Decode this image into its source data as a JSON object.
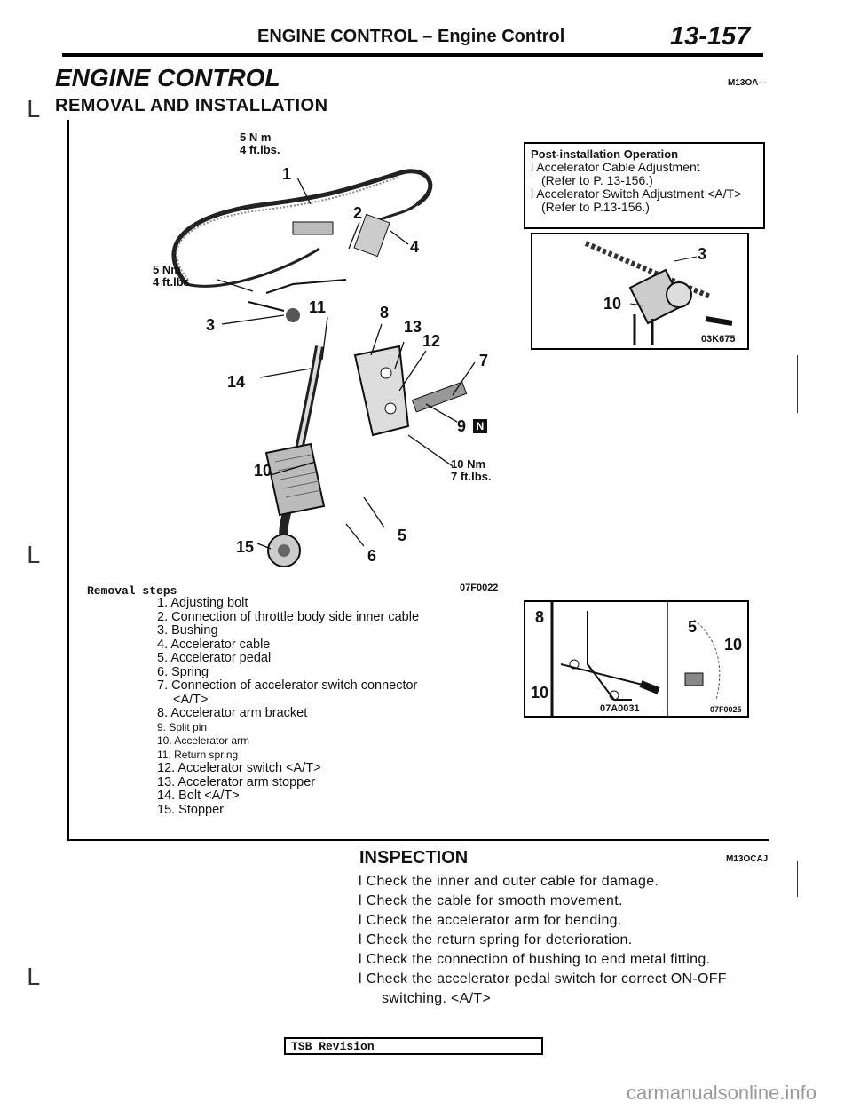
{
  "header": {
    "title": "ENGINE CONTROL – Engine Control",
    "page_number": "13-157"
  },
  "section": {
    "title": "ENGINE CONTROL",
    "code": "M13OA- -",
    "subtitle": "REMOVAL AND INSTALLATION"
  },
  "figure_main": {
    "code": "07F0022",
    "torque_top": [
      "5 N m",
      "4 ft.lbs."
    ],
    "torque_left": [
      "5 Nm",
      "4 ft.lbs."
    ],
    "torque_bottom": [
      "10 Nm",
      "7 ft.lbs."
    ],
    "callouts": [
      "1",
      "2",
      "3",
      "4",
      "5",
      "6",
      "7",
      "8",
      "9",
      "10",
      "11",
      "12",
      "13",
      "14",
      "15"
    ],
    "new_part_mark": "N"
  },
  "post_installation": {
    "heading": "Post-installation Operation",
    "items": [
      "l Accelerator Cable Adjustment",
      "(Refer to P. 13-156.)",
      "l Accelerator Switch Adjustment <A/T>",
      "(Refer to P.13-156.)"
    ]
  },
  "figure_detail_top": {
    "code": "03K675",
    "callouts": [
      "3",
      "10"
    ]
  },
  "figure_detail_bottom": {
    "code_left": "07A0031",
    "code_right": "07F0025",
    "callouts": [
      "8",
      "10",
      "5",
      "10"
    ]
  },
  "removal_steps": {
    "heading": "Removal steps",
    "items": [
      "1. Adjusting bolt",
      "2. Connection of throttle body side inner cable",
      "3. Bushing",
      "4. Accelerator cable",
      "5. Accelerator pedal",
      "6. Spring",
      "7. Connection of accelerator switch connector",
      "<A/T>",
      "8. Accelerator arm bracket",
      "9. Split pin",
      "10. Accelerator arm",
      "11. Return spring",
      "12. Accelerator switch <A/T>",
      "13. Accelerator arm stopper",
      "14. Bolt <A/T>",
      "15. Stopper"
    ]
  },
  "inspection": {
    "title": "INSPECTION",
    "code": "M13OCAJ",
    "items": [
      "l Check the inner and outer cable for damage.",
      "l Check the cable for smooth movement.",
      "l Check the accelerator arm for bending.",
      "l Check the return spring for deterioration.",
      "l Check the connection of bushing to end metal fitting.",
      "l Check the accelerator pedal switch for correct ON-OFF",
      "switching. <A/T>"
    ]
  },
  "footer": {
    "tsb": "TSB Revision",
    "watermark": "carmanualsonline.info"
  }
}
